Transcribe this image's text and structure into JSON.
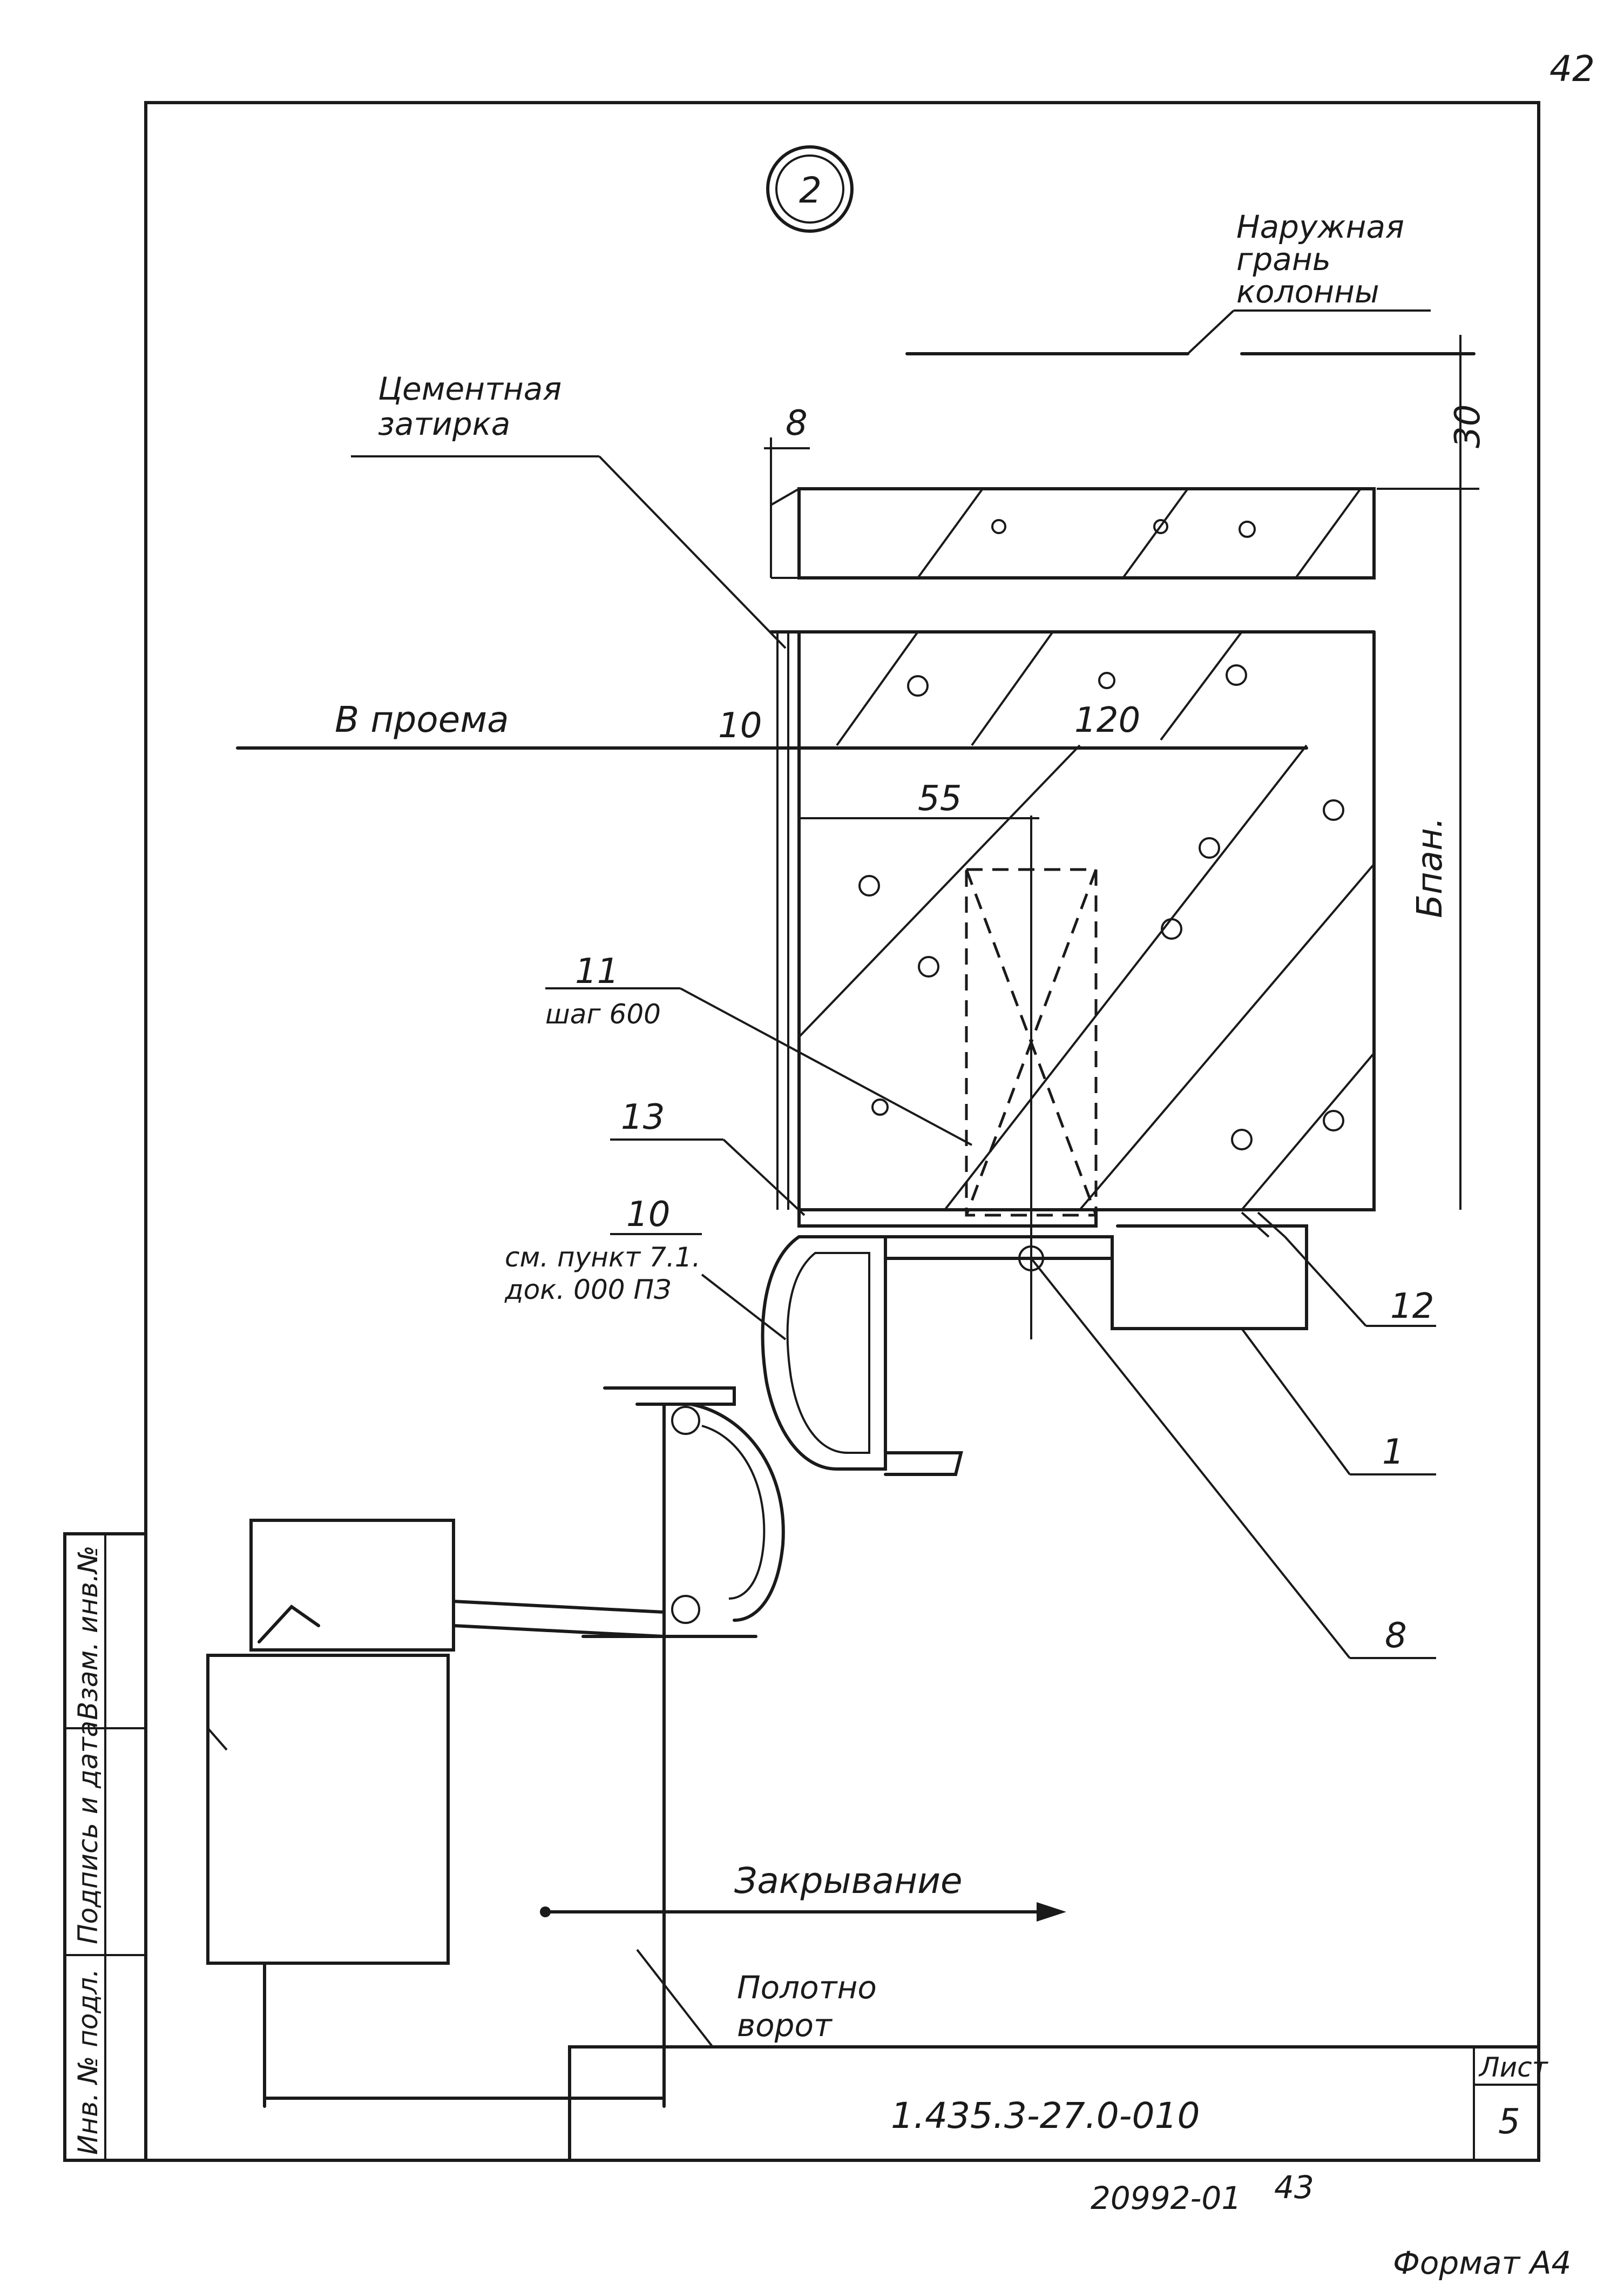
{
  "page_number": "42",
  "detail_marker": "2",
  "labels": {
    "outer_face_1": "Наружная",
    "outer_face_2": "грань",
    "outer_face_3": "колонны",
    "cement_1": "Цементная",
    "cement_2": "затирка",
    "opening": "В проема",
    "closing": "Закрывание",
    "gate_1": "Полотно",
    "gate_2": "ворот",
    "note_10_1": "см. пункт 7.1.",
    "note_10_2": "док. 000 ПЗ",
    "item_11_spec": "шаг 600"
  },
  "dimensions": {
    "d8": "8",
    "d30": "30",
    "d10": "10",
    "d120": "120",
    "d55": "55",
    "dbpan": "Бпан."
  },
  "callouts": {
    "c11": "11",
    "c13": "13",
    "c10": "10",
    "c12": "12",
    "c1": "1",
    "c8": "8"
  },
  "side_stamp": {
    "col1": "Инв. № подл.",
    "col2": "Подпись и дата",
    "col3": "Взам. инв.№"
  },
  "title_block": {
    "code": "1.435.3-27.0-010",
    "sheet_label": "Лист",
    "sheet_no": "5"
  },
  "footer": {
    "archive": "20992-01",
    "copy_no": "43",
    "format": "Формат А4"
  }
}
